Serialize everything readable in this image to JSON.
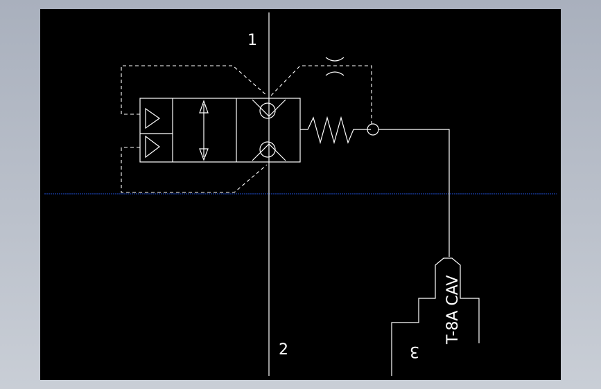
{
  "diagram": {
    "port_1_label": "1",
    "port_2_label": "2",
    "port_3_label": "3",
    "cavity_label": "T-8A CAV",
    "colors": {
      "background": "#000000",
      "line": "#ffffff",
      "axis_line": "#1f4fd8",
      "frame": "#b4bac4"
    },
    "icon": "hydraulic-pilot-operated-check-valve-symbol"
  }
}
